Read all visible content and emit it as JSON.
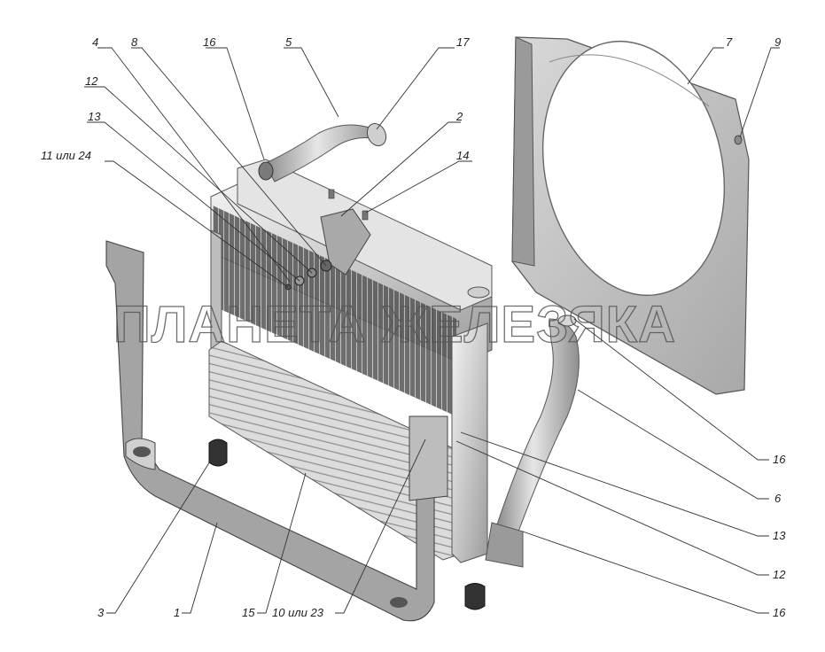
{
  "watermark": "ПЛАНЕТА ЖЕЛЕЗЯКА",
  "callouts": {
    "c4": "4",
    "c8": "8",
    "c16_top": "16",
    "c5": "5",
    "c17": "17",
    "c7": "7",
    "c9": "9",
    "c12_top": "12",
    "c13_top": "13",
    "c2": "2",
    "c11_24": "11 или 24",
    "c14": "14",
    "c16_mid": "16",
    "c6": "6",
    "c13_bot": "13",
    "c12_bot": "12",
    "c16_bot": "16",
    "c3": "3",
    "c1": "1",
    "c15": "15",
    "c10_23": "10 или 23"
  }
}
